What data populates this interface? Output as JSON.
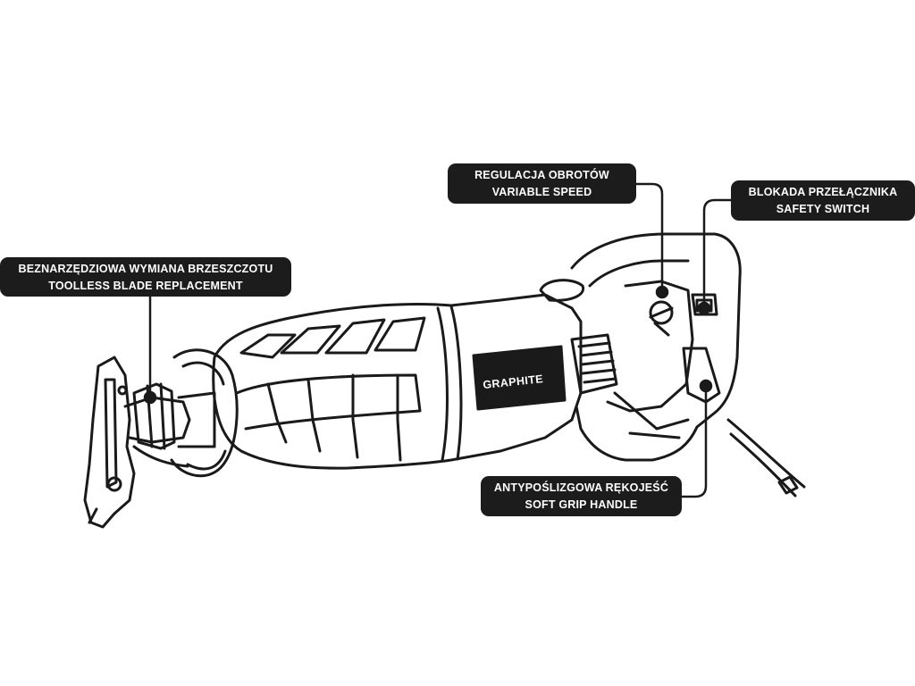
{
  "brand_logo": "GRAPHITE",
  "callouts": {
    "blade": {
      "line1": "BEZNARZĘDZIOWA WYMIANA BRZESZCZOTU",
      "line2": "TOOLLESS BLADE REPLACEMENT"
    },
    "speed": {
      "line1": "REGULACJA OBROTÓW",
      "line2": "VARIABLE SPEED"
    },
    "safety": {
      "line1": "BLOKADA PRZEŁĄCZNIKA",
      "line2": "SAFETY SWITCH"
    },
    "grip": {
      "line1": "ANTYPOŚLIZGOWA RĘKOJEŚĆ",
      "line2": "SOFT GRIP HANDLE"
    }
  },
  "colors": {
    "label_bg": "#1c1c1c",
    "label_text": "#ffffff",
    "line_art": "#1a1a1a",
    "background": "#ffffff"
  }
}
